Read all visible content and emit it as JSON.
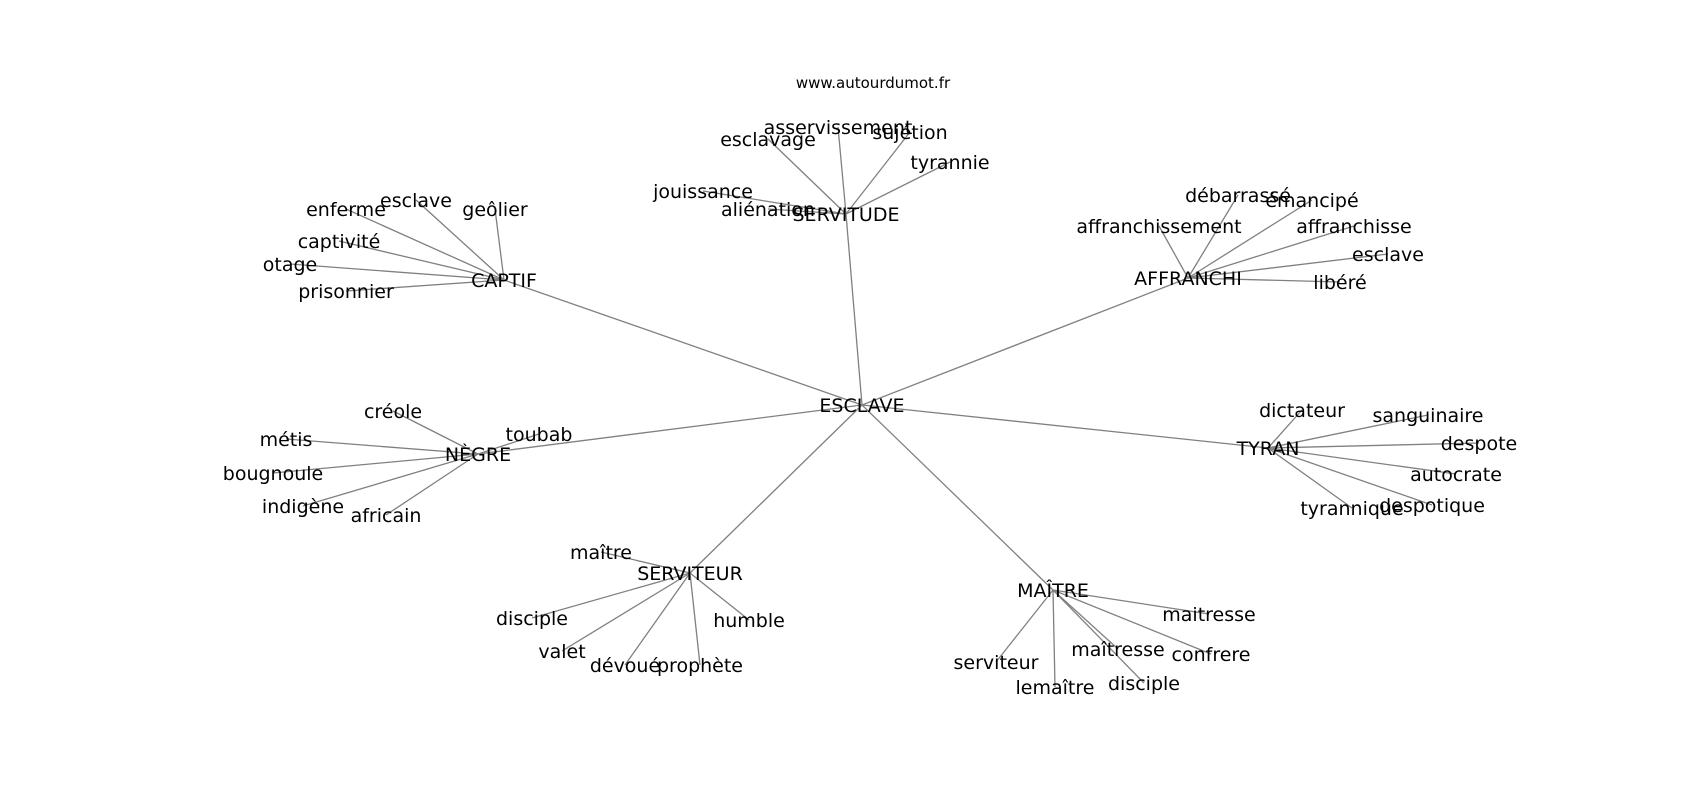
{
  "site": "www.autourdumot.fr",
  "center": "ESCLAVE",
  "groups": [
    {
      "hub": "SERVITUDE",
      "words": [
        "asservissement",
        "esclavage",
        "sujétion",
        "tyrannie",
        "jouissance",
        "aliénation"
      ]
    },
    {
      "hub": "CAPTIF",
      "words": [
        "enferme",
        "esclave",
        "geôlier",
        "captivité",
        "otage",
        "prisonnier"
      ]
    },
    {
      "hub": "AFFRANCHI",
      "words": [
        "débarrassé",
        "émancipé",
        "affranchissement",
        "affranchisse",
        "esclave",
        "libéré"
      ]
    },
    {
      "hub": "NÈGRE",
      "words": [
        "créole",
        "toubab",
        "métis",
        "bougnoule",
        "indigène",
        "africain"
      ]
    },
    {
      "hub": "TYRAN",
      "words": [
        "dictateur",
        "sanguinaire",
        "despote",
        "autocrate",
        "tyrannique",
        "despotique"
      ]
    },
    {
      "hub": "SERVITEUR",
      "words": [
        "maître",
        "disciple",
        "humble",
        "valet",
        "dévoué",
        "prophète"
      ]
    },
    {
      "hub": "MAÎTRE",
      "words": [
        "maitresse",
        "maîtresse",
        "confrere",
        "serviteur",
        "disciple",
        "lemaître"
      ]
    }
  ]
}
